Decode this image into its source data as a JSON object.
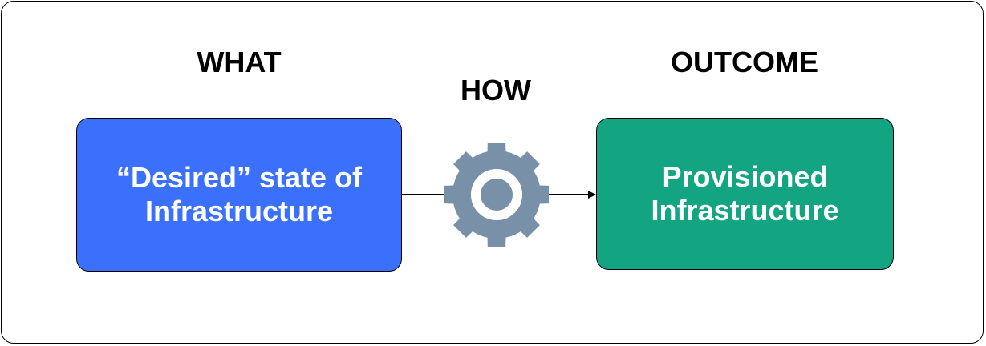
{
  "headings": {
    "what": "WHAT",
    "how": "HOW",
    "outcome": "OUTCOME"
  },
  "input_box": {
    "line1": "“Desired” state of",
    "line2": "Infrastructure"
  },
  "output_box": {
    "line1": "Provisioned",
    "line2": "Infrastructure"
  },
  "icons": {
    "process": "gear-icon",
    "flow": "arrow-icon"
  },
  "colors": {
    "input_box": "#3b70fd",
    "output_box": "#13a582",
    "gear": "#7890a8",
    "outline": "#000000"
  }
}
